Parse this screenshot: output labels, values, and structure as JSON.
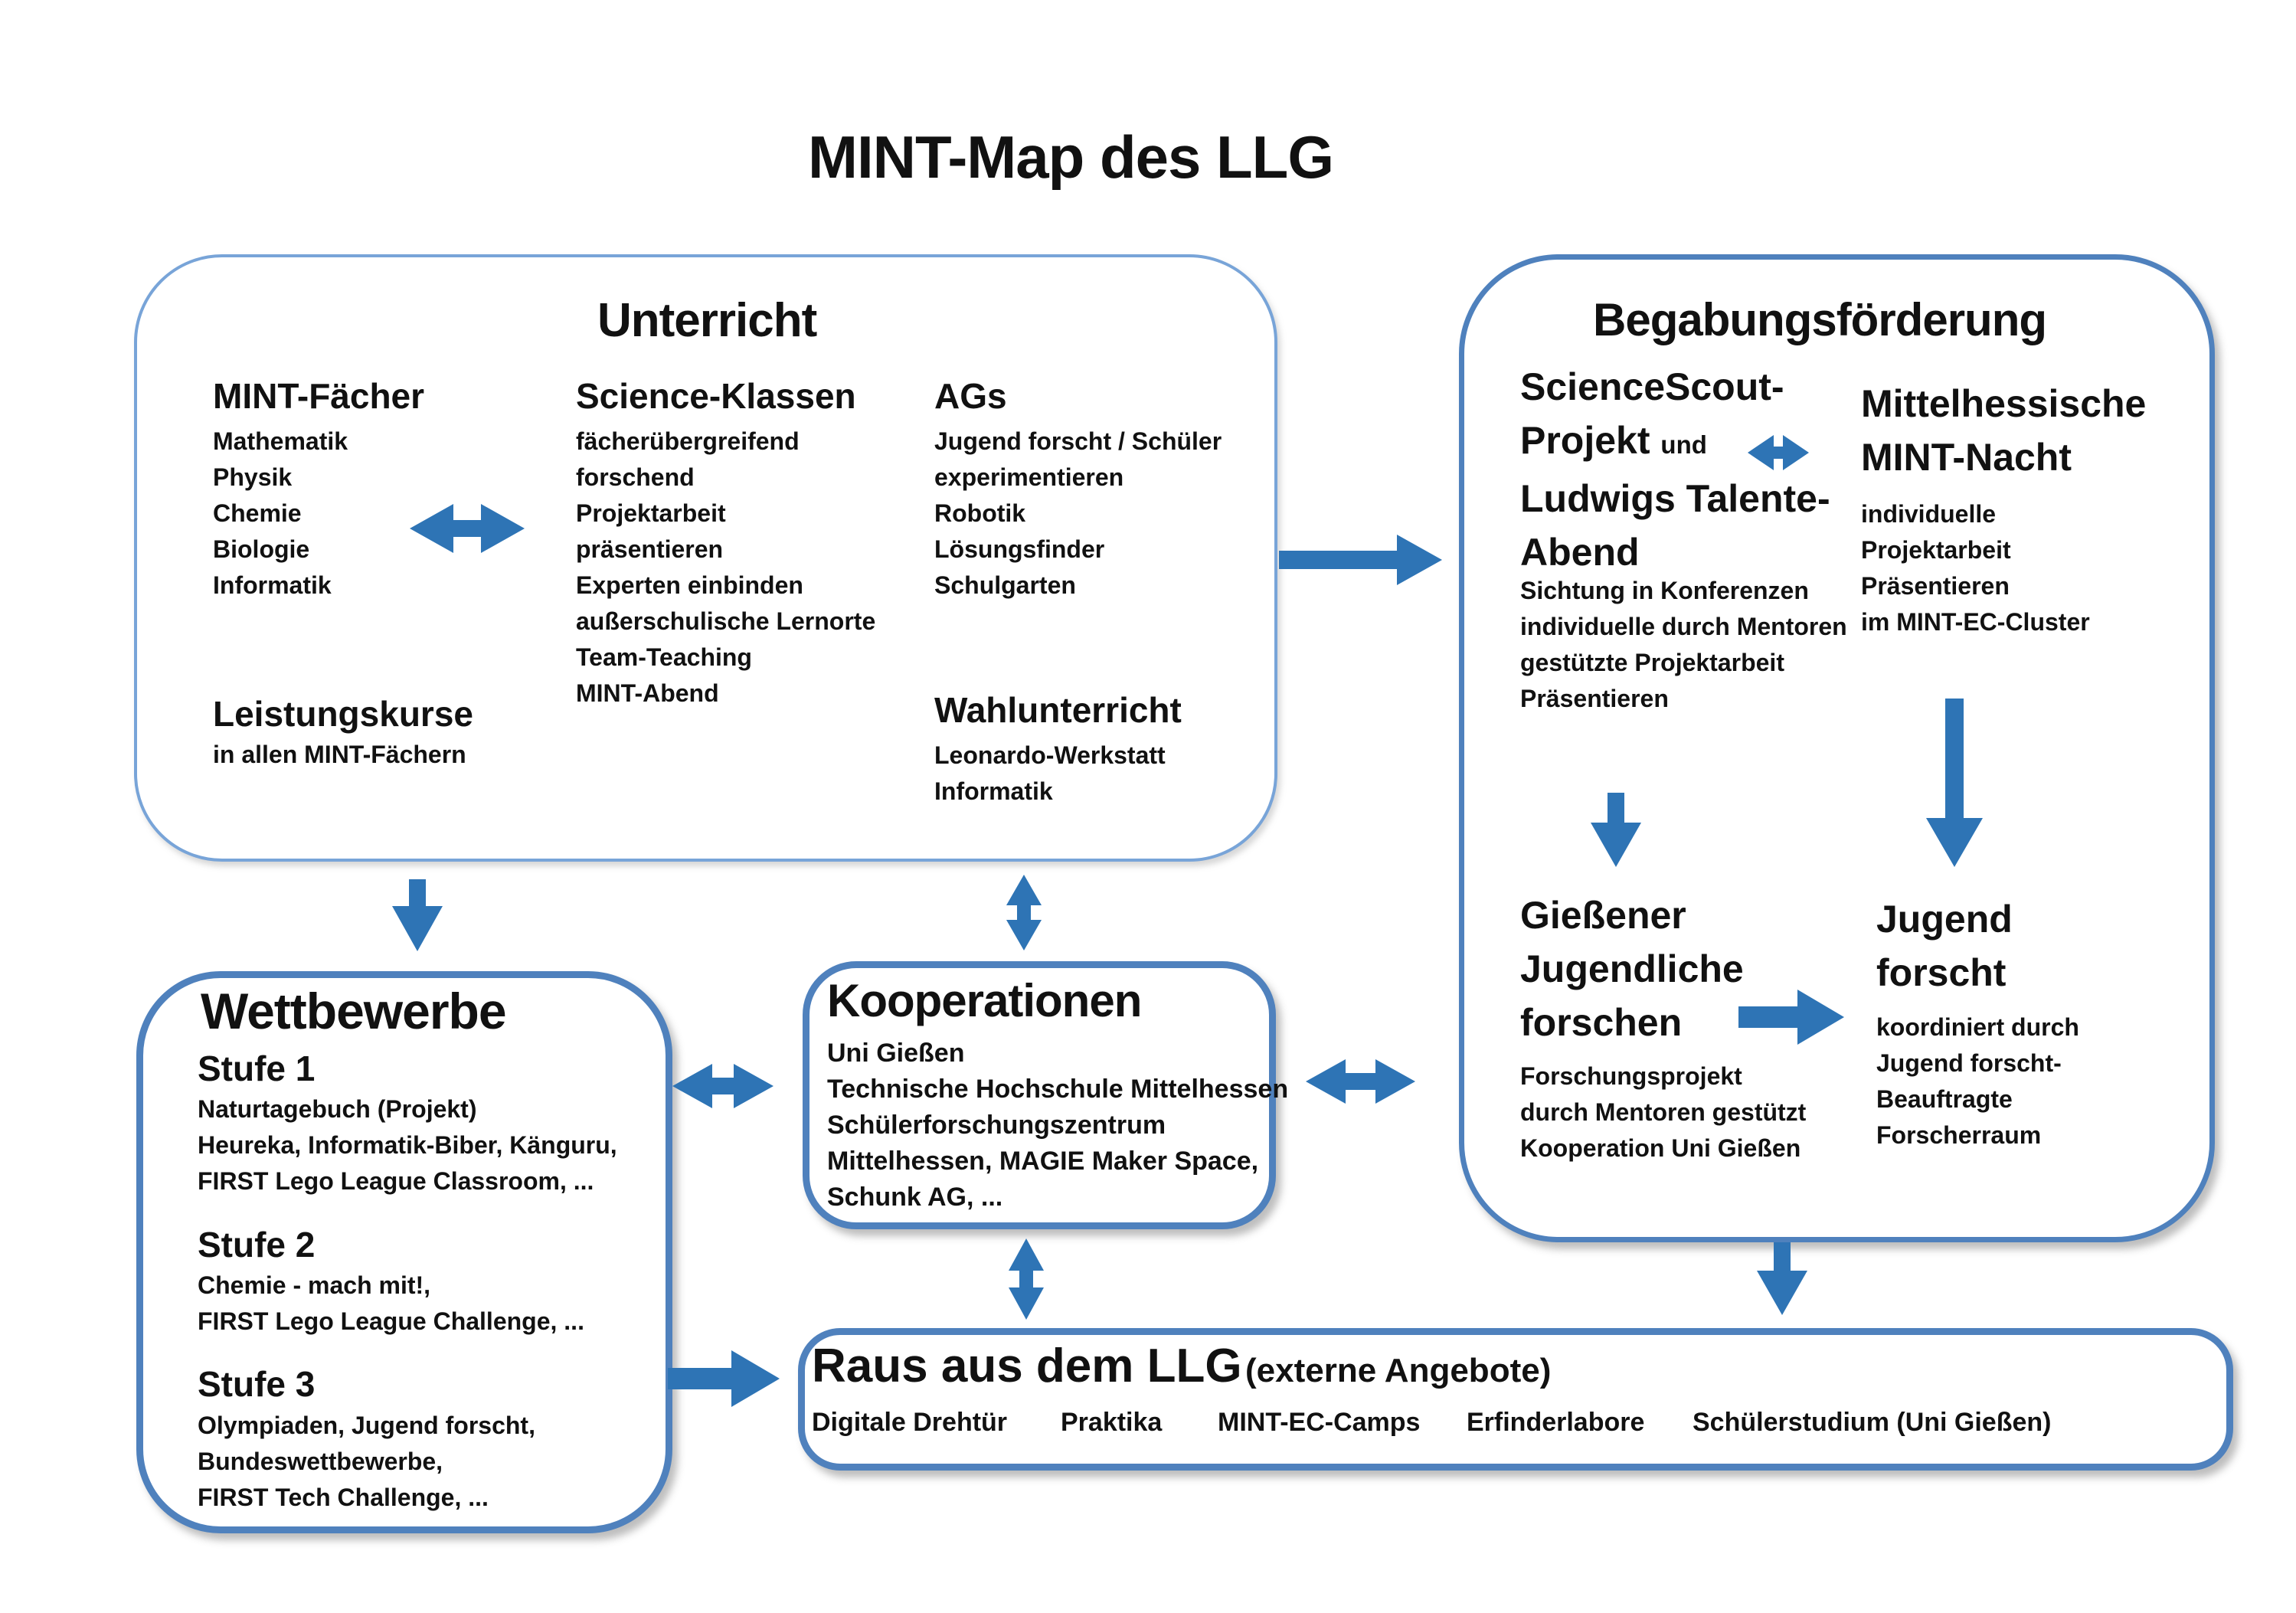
{
  "title": "MINT-Map des LLG",
  "colors": {
    "arrow_blue": "#2e74b5",
    "box_border": "#4f81bd",
    "light_border": "#78a4d8",
    "text": "#111111"
  },
  "unterricht": {
    "title": "Unterricht",
    "mint_faecher": {
      "heading": "MINT-Fächer",
      "items": [
        "Mathematik",
        "Physik",
        "Chemie",
        "Biologie",
        "Informatik"
      ]
    },
    "leistungskurse": {
      "heading": "Leistungskurse",
      "sub": "in allen MINT-Fächern"
    },
    "science_klassen": {
      "heading": "Science-Klassen",
      "items": [
        "fächerübergreifend",
        "forschend",
        "Projektarbeit",
        "präsentieren",
        "Experten einbinden",
        "außerschulische Lernorte",
        "Team-Teaching",
        "MINT-Abend"
      ]
    },
    "ags": {
      "heading": "AGs",
      "items": [
        "Jugend forscht / Schüler",
        "experimentieren",
        "Robotik",
        "Lösungsfinder",
        "Schulgarten"
      ]
    },
    "wahlunterricht": {
      "heading": "Wahlunterricht",
      "items": [
        "Leonardo-Werkstatt",
        "Informatik"
      ]
    }
  },
  "begabungsfoerderung": {
    "title": "Begabungsförderung",
    "sciencescout": {
      "line1": "ScienceScout-",
      "line2_main": "Projekt",
      "line2_small": "und",
      "line3": "Ludwigs Talente-",
      "line4": "Abend",
      "items": [
        "Sichtung in Konferenzen",
        "individuelle durch Mentoren",
        "gestützte Projektarbeit",
        "Präsentieren"
      ]
    },
    "mint_nacht": {
      "line1": "Mittelhessische",
      "line2": "MINT-Nacht",
      "items": [
        "individuelle",
        "Projektarbeit",
        "Präsentieren",
        "im MINT-EC-Cluster"
      ]
    },
    "giessener": {
      "line1": "Gießener",
      "line2": "Jugendliche",
      "line3": "forschen",
      "items": [
        "Forschungsprojekt",
        "durch Mentoren gestützt",
        "Kooperation Uni Gießen"
      ]
    },
    "jugend_forscht": {
      "line1": "Jugend",
      "line2": "forscht",
      "items": [
        "koordiniert durch",
        "Jugend forscht-",
        "Beauftragte",
        "Forscherraum"
      ]
    }
  },
  "wettbewerbe": {
    "title": "Wettbewerbe",
    "stufen": [
      {
        "heading": "Stufe 1",
        "items": [
          "Naturtagebuch (Projekt)",
          "Heureka, Informatik-Biber, Känguru,",
          "FIRST Lego League Classroom, ..."
        ]
      },
      {
        "heading": "Stufe 2",
        "items": [
          "Chemie - mach mit!,",
          "FIRST Lego League Challenge, ..."
        ]
      },
      {
        "heading": "Stufe 3",
        "items": [
          "Olympiaden, Jugend forscht,",
          "Bundeswettbewerbe,",
          "FIRST Tech Challenge, ..."
        ]
      }
    ]
  },
  "kooperationen": {
    "title": "Kooperationen",
    "items": [
      "Uni Gießen",
      "Technische Hochschule Mittelhessen",
      "Schülerforschungszentrum",
      "Mittelhessen, MAGIE Maker Space,",
      "Schunk AG, ..."
    ]
  },
  "raus": {
    "title": "Raus aus dem LLG",
    "subtitle": "(externe Angebote)",
    "items": [
      "Digitale Drehtür",
      "Praktika",
      "MINT-EC-Camps",
      "Erfinderlabore",
      "Schülerstudium (Uni Gießen)"
    ]
  }
}
